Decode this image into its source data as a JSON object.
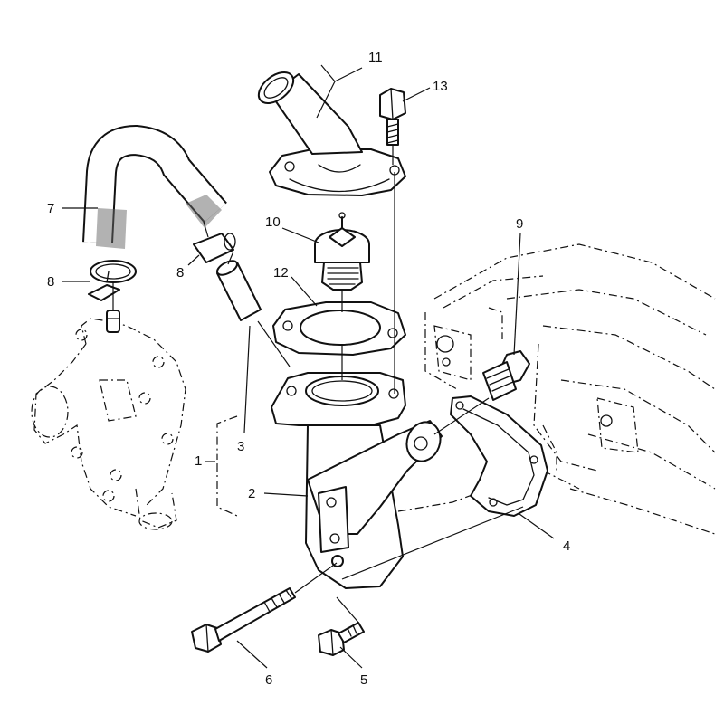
{
  "callouts": [
    {
      "key": "p1",
      "text": "1"
    },
    {
      "key": "p2",
      "text": "2"
    },
    {
      "key": "p3",
      "text": "3"
    },
    {
      "key": "p4",
      "text": "4"
    },
    {
      "key": "p5",
      "text": "5"
    },
    {
      "key": "p6",
      "text": "6"
    },
    {
      "key": "p7",
      "text": "7"
    },
    {
      "key": "p8a",
      "text": "8"
    },
    {
      "key": "p8b",
      "text": "8"
    },
    {
      "key": "p9",
      "text": "9"
    },
    {
      "key": "p10",
      "text": "10"
    },
    {
      "key": "p11",
      "text": "11"
    },
    {
      "key": "p12",
      "text": "12"
    },
    {
      "key": "p13",
      "text": "13"
    }
  ]
}
